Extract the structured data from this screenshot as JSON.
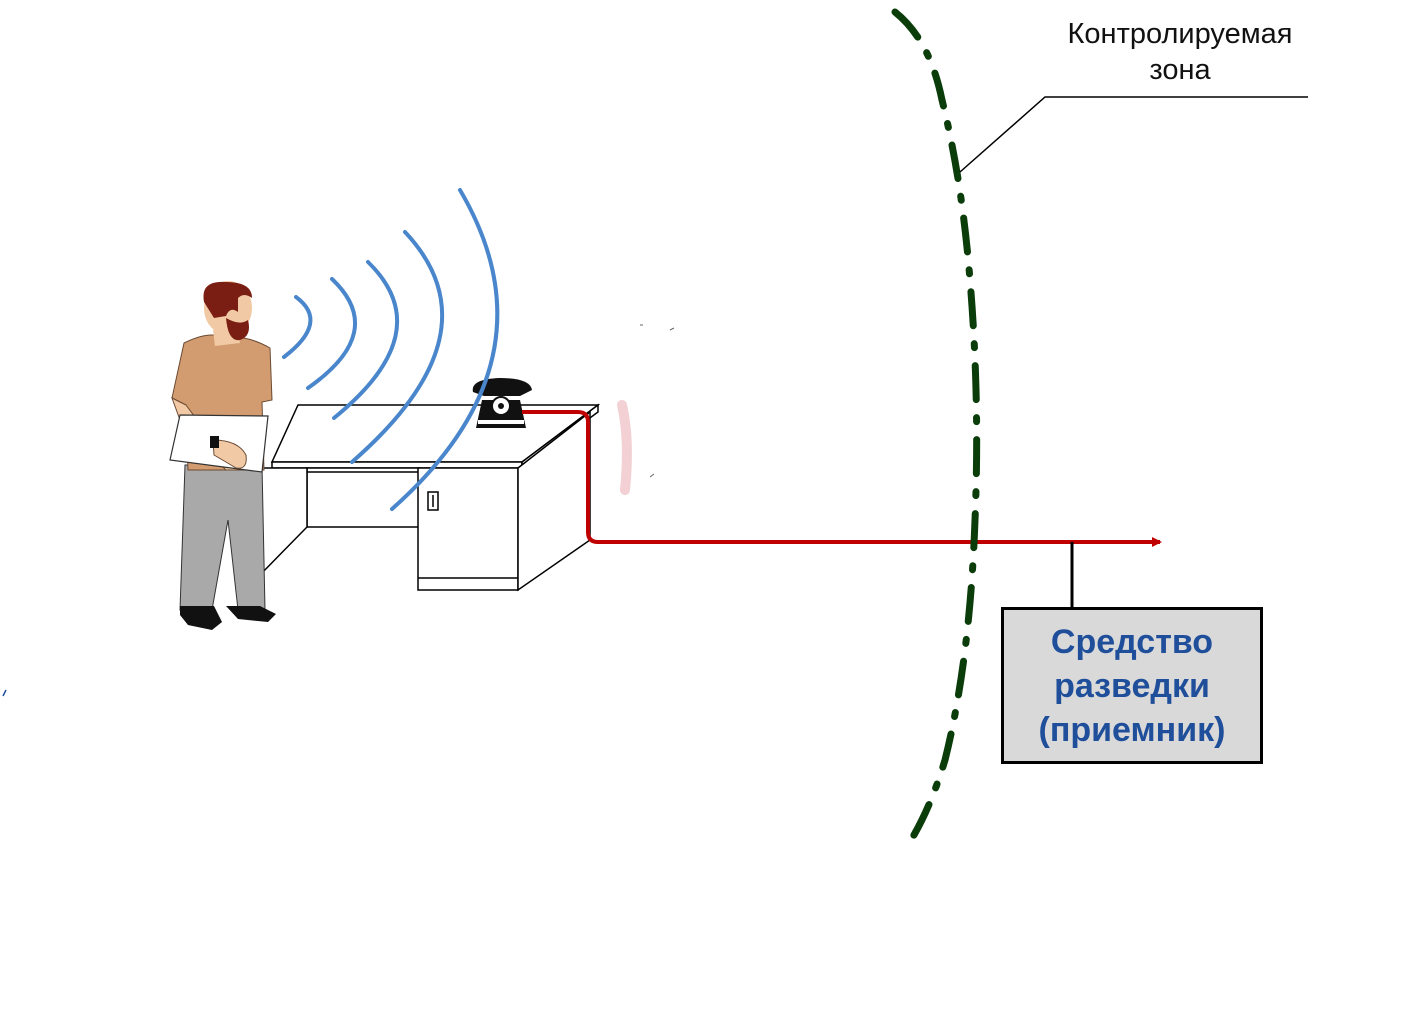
{
  "zone_label": {
    "line1": "Контролируемая",
    "line2": "зона"
  },
  "receiver": {
    "line1": "Средство",
    "line2": "разведки",
    "line3": "(приемник)"
  },
  "icons": [
    "person-icon",
    "sound-waves-icon",
    "desk-icon",
    "telephone-icon",
    "zone-boundary-line",
    "signal-line-arrow"
  ],
  "colors": {
    "signal_line": "#c00000",
    "zone_boundary": "#0b3d0b",
    "sound_waves": "#4a86cc",
    "receiver_text": "#1f4e9a",
    "receiver_fill": "#d9d9d9"
  }
}
